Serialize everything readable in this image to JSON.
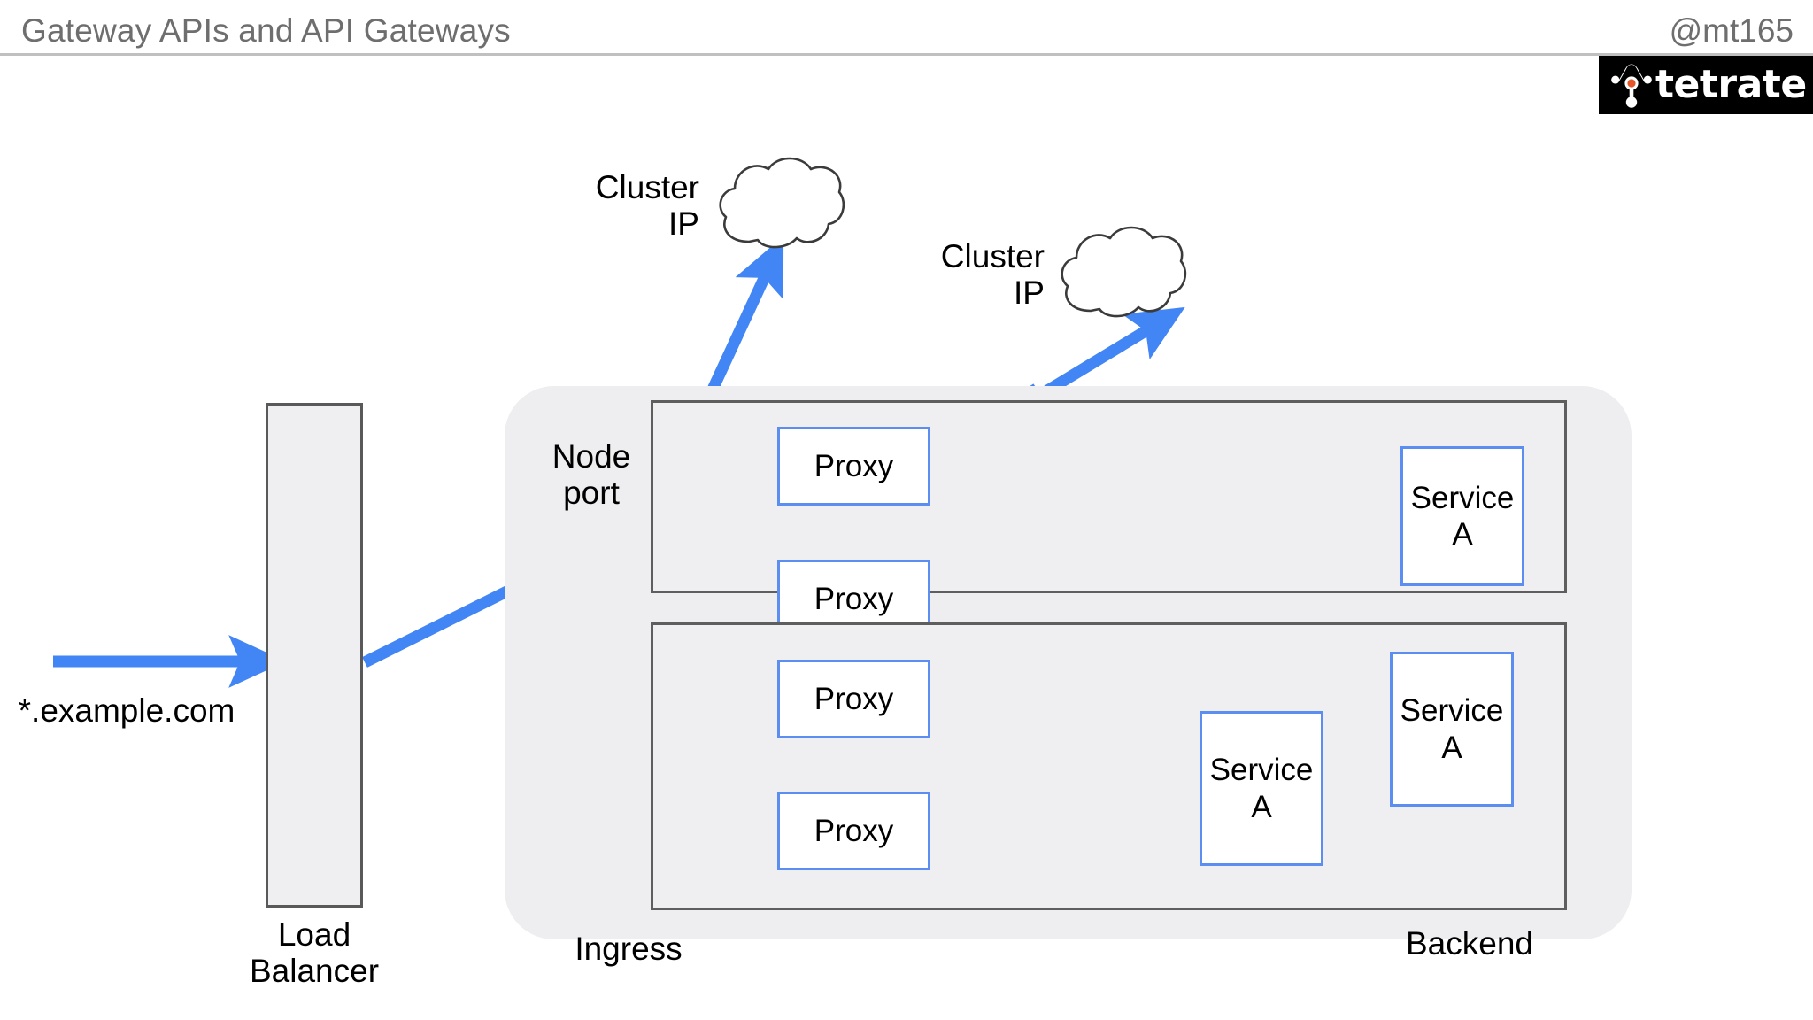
{
  "header": {
    "title": "Gateway APIs and API Gateways",
    "handle": "@mt165"
  },
  "logo": {
    "name": "tetrate-logo",
    "wordmark": "tetrate",
    "background": "#000000",
    "text_color": "#ffffff",
    "accent_color": "#e2562a"
  },
  "colors": {
    "arrow_blue": "#4285f4",
    "box_border_blue": "#5b8ef0",
    "shape_fill_gray": "#efeef0",
    "shape_border_gray": "#5e5e5e",
    "platform_fill": "#eeedef",
    "header_text": "#6e6e6e"
  },
  "diagram": {
    "ingress_source_label": "*.example.com",
    "load_balancer_label": "Load\nBalancer",
    "node_port_label": "Node\nport",
    "cluster_ip_label_1": "Cluster\nIP",
    "cluster_ip_label_2": "Cluster\nIP",
    "ingress_zone_label": "Ingress",
    "backend_zone_label": "Backend",
    "ingress_zone": {
      "proxies": [
        "Proxy",
        "Proxy"
      ],
      "services": [
        "Service\nA"
      ]
    },
    "backend_zone": {
      "proxies": [
        "Proxy",
        "Proxy"
      ],
      "services": [
        "Service\nA",
        "Service\nA"
      ]
    }
  }
}
